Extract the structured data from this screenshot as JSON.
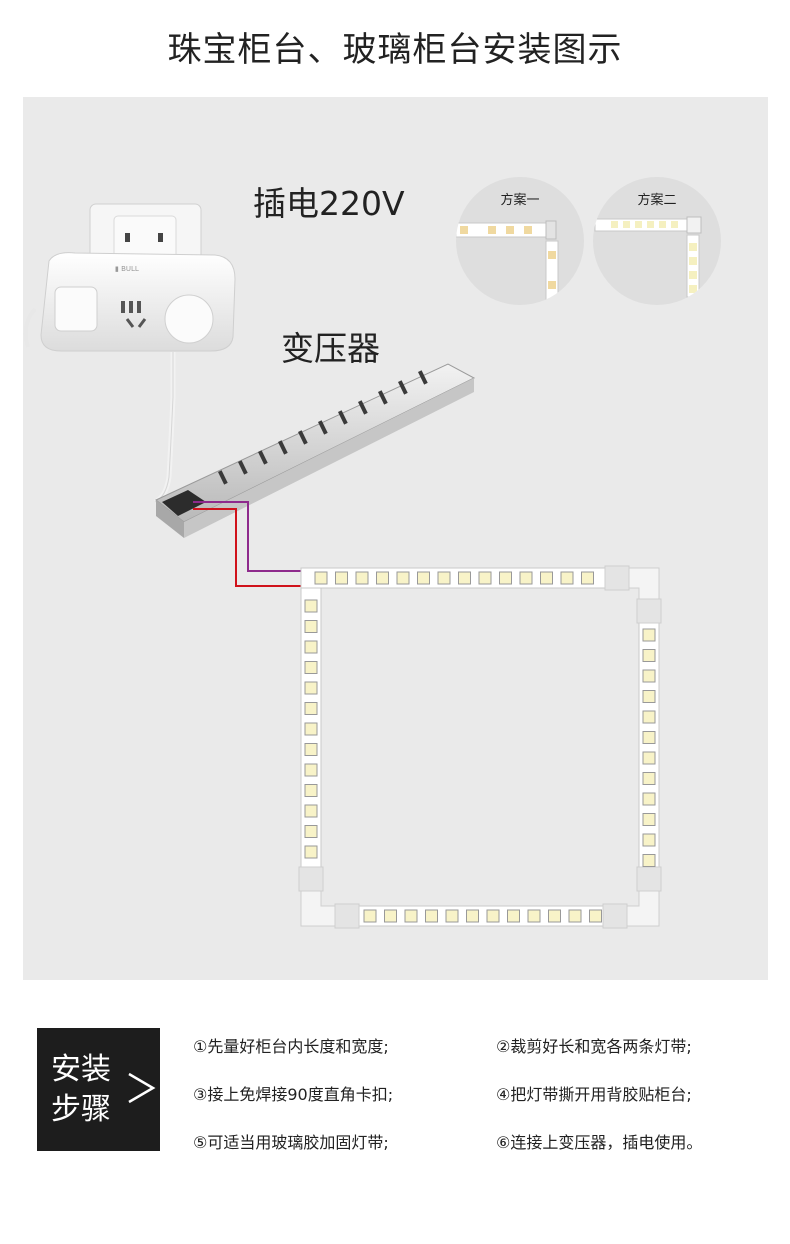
{
  "title": "珠宝柜台、玻璃柜台安装图示",
  "labels": {
    "power": "插电220V",
    "transformer": "变压器"
  },
  "schemes": [
    {
      "label": "方案一"
    },
    {
      "label": "方案二"
    }
  ],
  "steps_box": {
    "line1": "安装",
    "line2": "步骤"
  },
  "steps": [
    "①先量好柜台内长度和宽度;",
    "②裁剪好长和宽各两条灯带;",
    "③接上免焊接90度直角卡扣;",
    "④把灯带撕开用背胶贴柜台;",
    "⑤可适当用玻璃胶加固灯带;",
    "⑥连接上变压器，插电使用。"
  ],
  "colors": {
    "panel_bg": "#eaeaea",
    "wire_red": "#d0121b",
    "wire_purple": "#8e2a8c",
    "steps_box_bg": "#1d1d1d"
  }
}
